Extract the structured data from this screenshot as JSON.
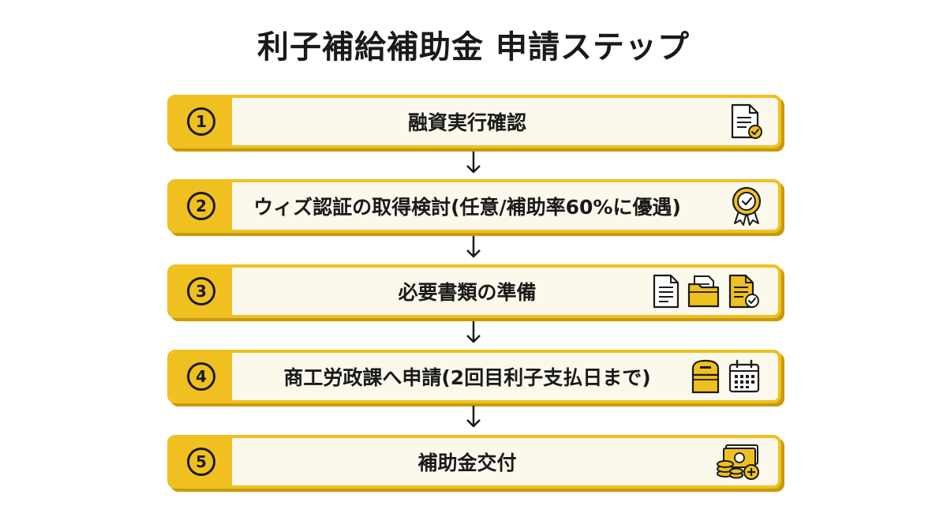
{
  "title": "利子補給補助金 申請ステップ",
  "steps": [
    {
      "number": "1",
      "label": "融資実行確認",
      "icons": [
        "document-check-icon"
      ]
    },
    {
      "number": "2",
      "label": "ウィズ認証の取得検討(任意/補助率60%に優遇)",
      "icons": [
        "award-badge-icon"
      ]
    },
    {
      "number": "3",
      "label": "必要書類の準備",
      "icons": [
        "document-icon",
        "folder-icon",
        "document-check-icon"
      ]
    },
    {
      "number": "4",
      "label": "商工労政課へ申請(2回目利子支払日まで)",
      "icons": [
        "mailbox-icon",
        "calendar-icon"
      ]
    },
    {
      "number": "5",
      "label": "補助金交付",
      "icons": [
        "money-coins-icon"
      ]
    }
  ],
  "colors": {
    "accent": "#f0c020",
    "accent_shadow": "#c99a0a",
    "card_bg": "#fbf8ec",
    "text": "#1a1a1a"
  }
}
